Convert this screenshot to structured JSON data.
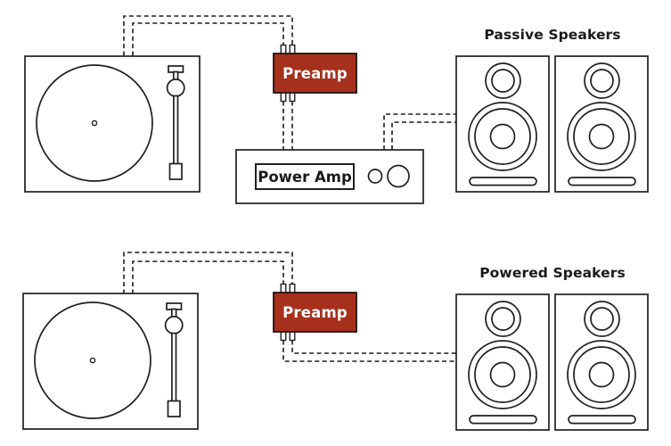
{
  "top_setup": {
    "title": "Passive Speakers",
    "preamp_label": "Preamp",
    "power_amp_label": "Power Amp"
  },
  "bottom_setup": {
    "title": "Powered Speakers",
    "preamp_label": "Preamp"
  },
  "colors": {
    "line": "#1F1F1F",
    "cable": "#1C1C1C",
    "preamp_fill": "#A6301C",
    "preamp_border": "#241310",
    "preamp_text": "#FFFFFF",
    "label_text": "#1A1A1A",
    "background": "#FFFFFF"
  }
}
